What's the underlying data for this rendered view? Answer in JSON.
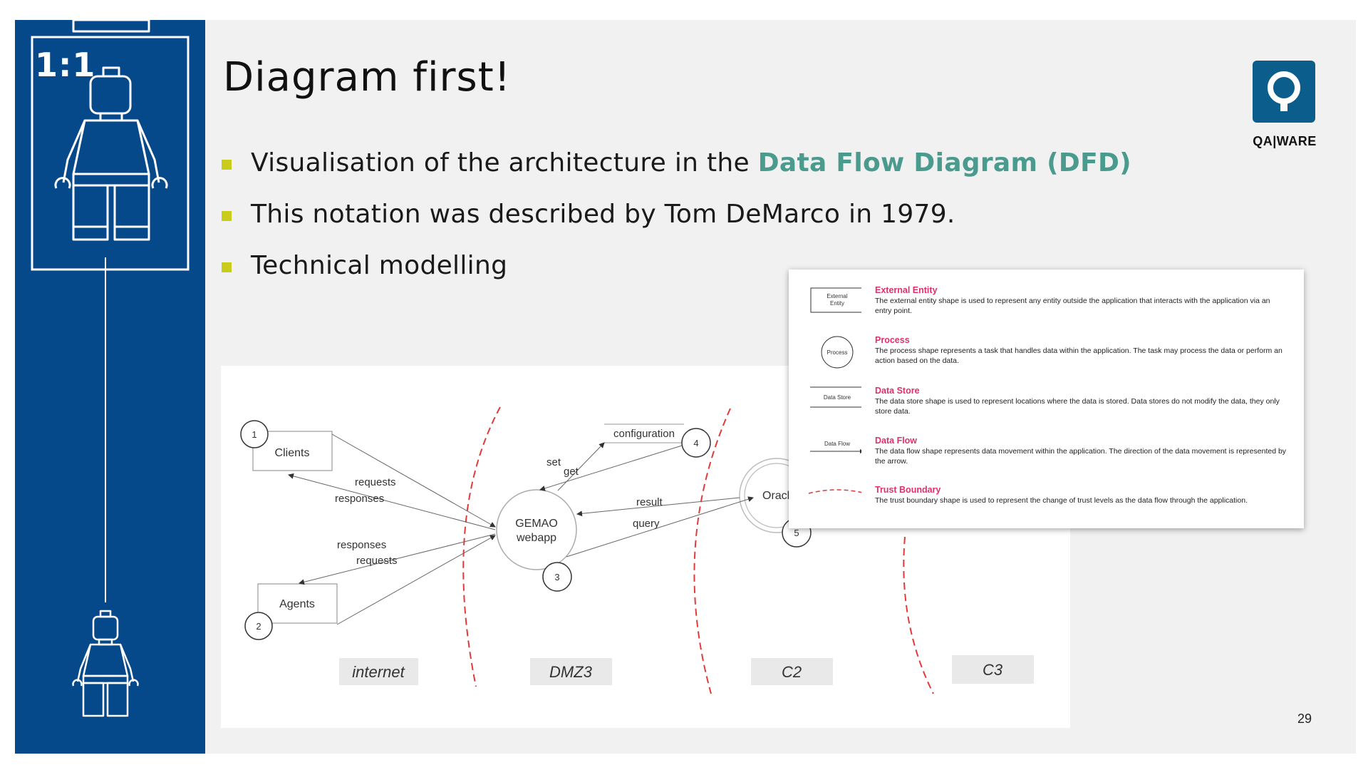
{
  "slide": {
    "ratio_label": "1:1",
    "title": "Diagram first!",
    "bullets": [
      {
        "text": "Visualisation of the architecture in the ",
        "highlight": "Data Flow Diagram (DFD)"
      },
      {
        "text": "This notation was described by Tom DeMarco in 1979.",
        "highlight": ""
      },
      {
        "text": "Technical modelling",
        "highlight": ""
      }
    ],
    "logo_text": "QA|WARE",
    "page_number": "29"
  },
  "dfd": {
    "nodes": [
      {
        "label": "Clients",
        "number": "1"
      },
      {
        "label": "Agents",
        "number": "2"
      },
      {
        "label": "GEMAO",
        "label2": "webapp",
        "number": "3"
      },
      {
        "label": "configuration",
        "number": "4"
      },
      {
        "label": "Oracle (",
        "number": "5"
      }
    ],
    "flows": {
      "requests_1": "requests",
      "responses_1": "responses",
      "responses_2": "responses",
      "requests_2": "requests",
      "set": "set",
      "get": "get",
      "result": "result",
      "query": "query"
    },
    "zones": [
      "internet",
      "DMZ3",
      "C2",
      "C3"
    ]
  },
  "legend": {
    "items": [
      {
        "shape_label": "External\nEntity",
        "name": "External Entity",
        "desc": "The external entity shape is used to represent any entity outside the application that interacts with the application via an entry point."
      },
      {
        "shape_label": "Process",
        "name": "Process",
        "desc": "The process shape represents a task that handles data within the application. The task may process the data or perform an action based on the data."
      },
      {
        "shape_label": "Data Store",
        "name": "Data Store",
        "desc": "The data store shape is used to represent locations where the data is stored. Data stores do not modify the data, they only store data."
      },
      {
        "shape_label": "Data Flow",
        "name": "Data Flow",
        "desc": "The data flow shape represents data movement within the application. The direction of the data movement is represented by the arrow."
      },
      {
        "shape_label": "",
        "name": "Trust Boundary",
        "desc": "The trust boundary shape is used to represent the change of trust levels as the data flow through the application."
      }
    ]
  },
  "colors": {
    "panel": "#06498a",
    "bullet": "#c8cc1a",
    "highlight": "#4a9b8e",
    "legend_title": "#e0306a",
    "trust_boundary": "#e03a3a"
  },
  "icons": [
    "lego-figure-icon",
    "lego-figure-small-icon",
    "qaware-logo-icon"
  ]
}
